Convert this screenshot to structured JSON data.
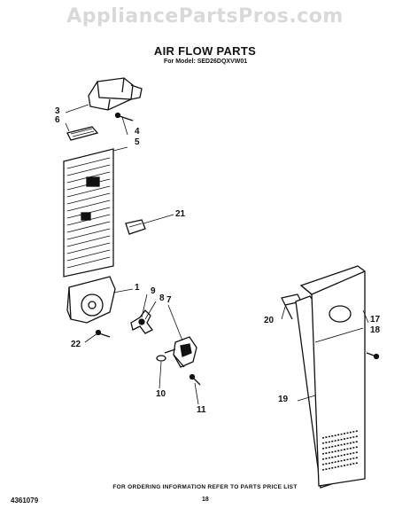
{
  "watermark": "AppliancePartsPros.com",
  "title": "AIR FLOW PARTS",
  "model_line": "For Model: SED26DQXVW01",
  "callouts": [
    "3",
    "6",
    "4",
    "5",
    "21",
    "1",
    "9",
    "8",
    "7",
    "22",
    "10",
    "11",
    "20",
    "17",
    "18",
    "19"
  ],
  "footer_note": "FOR ORDERING INFORMATION REFER TO PARTS PRICE LIST",
  "part_number": "4361079",
  "page_number": "18"
}
